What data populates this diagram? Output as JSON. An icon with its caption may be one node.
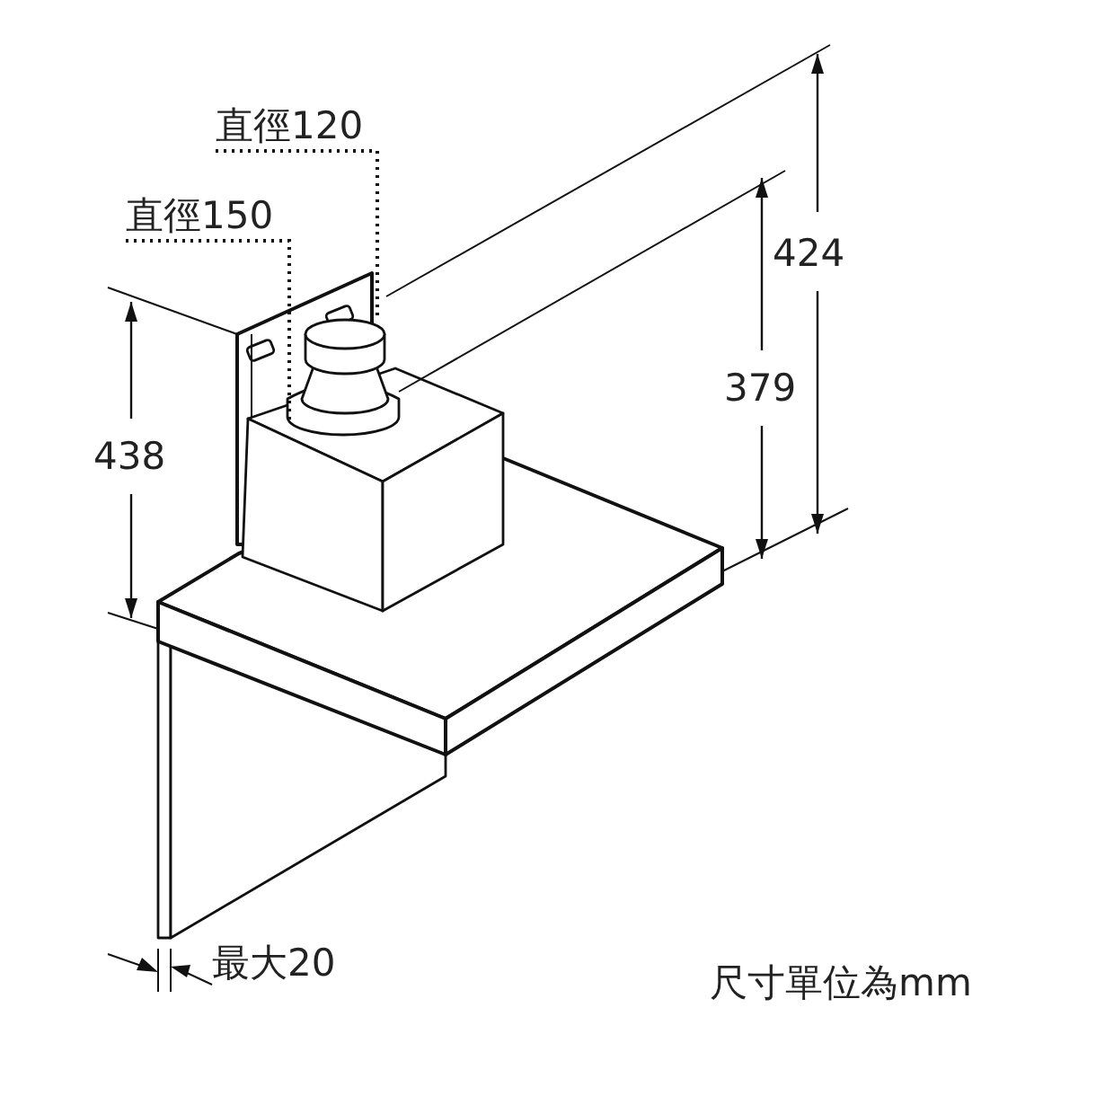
{
  "diagram": {
    "nodes": [
      {
        "text": [
          "直徑120"
        ]
      },
      {
        "text": [
          "直徑150"
        ]
      }
    ],
    "edges": [
      {
        "from": 0,
        "to": null,
        "arrow": "none"
      },
      {
        "from": 1,
        "to": null,
        "arrow": "none"
      }
    ],
    "labels": [
      "424",
      "379",
      "438",
      "最大20",
      "尺寸單位為mm"
    ]
  }
}
